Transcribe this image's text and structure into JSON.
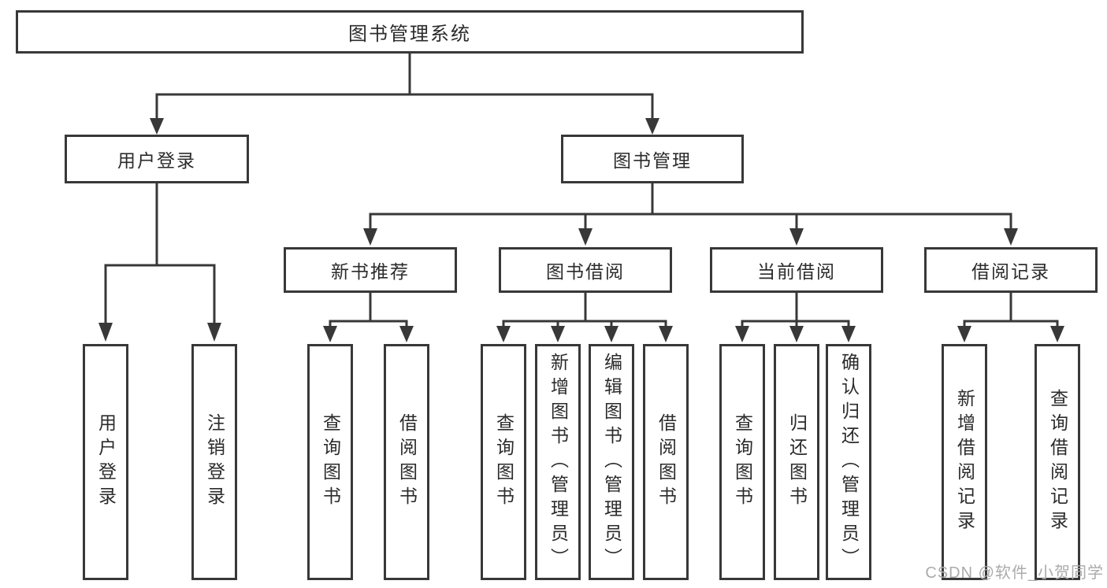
{
  "diagram_title": "图书管理系统",
  "tree": {
    "root": "图书管理系统",
    "branches": [
      {
        "id": "user-login",
        "label": "用户登录",
        "children": [
          "用户登录",
          "注销登录"
        ]
      },
      {
        "id": "book-management",
        "label": "图书管理",
        "sections": [
          {
            "label": "新书推荐",
            "children": [
              "查询图书",
              "借阅图书"
            ]
          },
          {
            "label": "图书借阅",
            "children": [
              "查询图书",
              "新增图书（管理员）",
              "编辑图书（管理员）",
              "借阅图书"
            ]
          },
          {
            "label": "当前借阅",
            "children": [
              "查询图书",
              "归还图书",
              "确认归还（管理员）"
            ]
          },
          {
            "label": "借阅记录",
            "children": [
              "新增借阅记录",
              "查询借阅记录"
            ]
          }
        ]
      }
    ]
  },
  "watermark": {
    "text": "CSDN @软件_小贺同学",
    "color": "#ababab"
  },
  "colors": {
    "background": "#ffffff",
    "line": "#383838",
    "box_border": "#383838",
    "text": "#2b2b2b"
  }
}
